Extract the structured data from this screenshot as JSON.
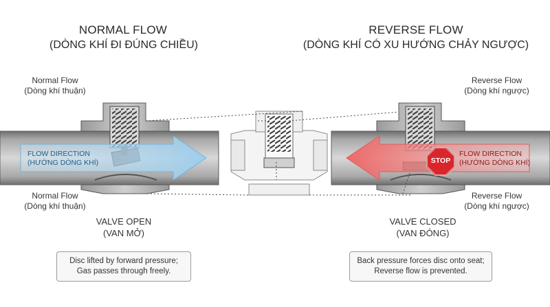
{
  "normal": {
    "title": "NORMAL FLOW",
    "subtitle": "(DÒNG KHÍ ĐI ĐÚNG CHIỀU)",
    "label_top": [
      "Normal Flow",
      "(Dòng khí thuận)"
    ],
    "label_bottom": [
      "Normal Flow",
      "(Dòng khí thuận)"
    ],
    "arrow_text": [
      "FLOW DIRECTION",
      "(HƯỚNG DÒNG KHÍ)"
    ],
    "state": [
      "VALVE OPEN",
      "(VAN MỞ)"
    ],
    "note": [
      "Disc lifted by forward pressure;",
      "Gas passes through freely."
    ]
  },
  "reverse": {
    "title": "REVERSE FLOW",
    "subtitle": "(DÒNG KHÍ CÓ XU HƯỚNG CHẢY NGƯỢC)",
    "label_top": [
      "Reverse Flow",
      "(Dòng khí ngược)"
    ],
    "label_bottom": [
      "Reverse Flow",
      "(Dòng khí ngược)"
    ],
    "arrow_text": [
      "FLOW DIRECTION",
      "(HƯỚNG DÒNG KHÍ)"
    ],
    "stop_sign": "STOP",
    "state": [
      "VALVE CLOSED",
      "(VAN ĐÓNG)"
    ],
    "note": [
      "Back pressure forces disc onto seat;",
      "Reverse flow is prevented."
    ]
  },
  "colors": {
    "forward_arrow": "#a9d4ee",
    "reverse_arrow": "#f07d7d",
    "stop": "#d8262c",
    "pipe": "#8c8c8c",
    "body": "#c4c4c4"
  }
}
